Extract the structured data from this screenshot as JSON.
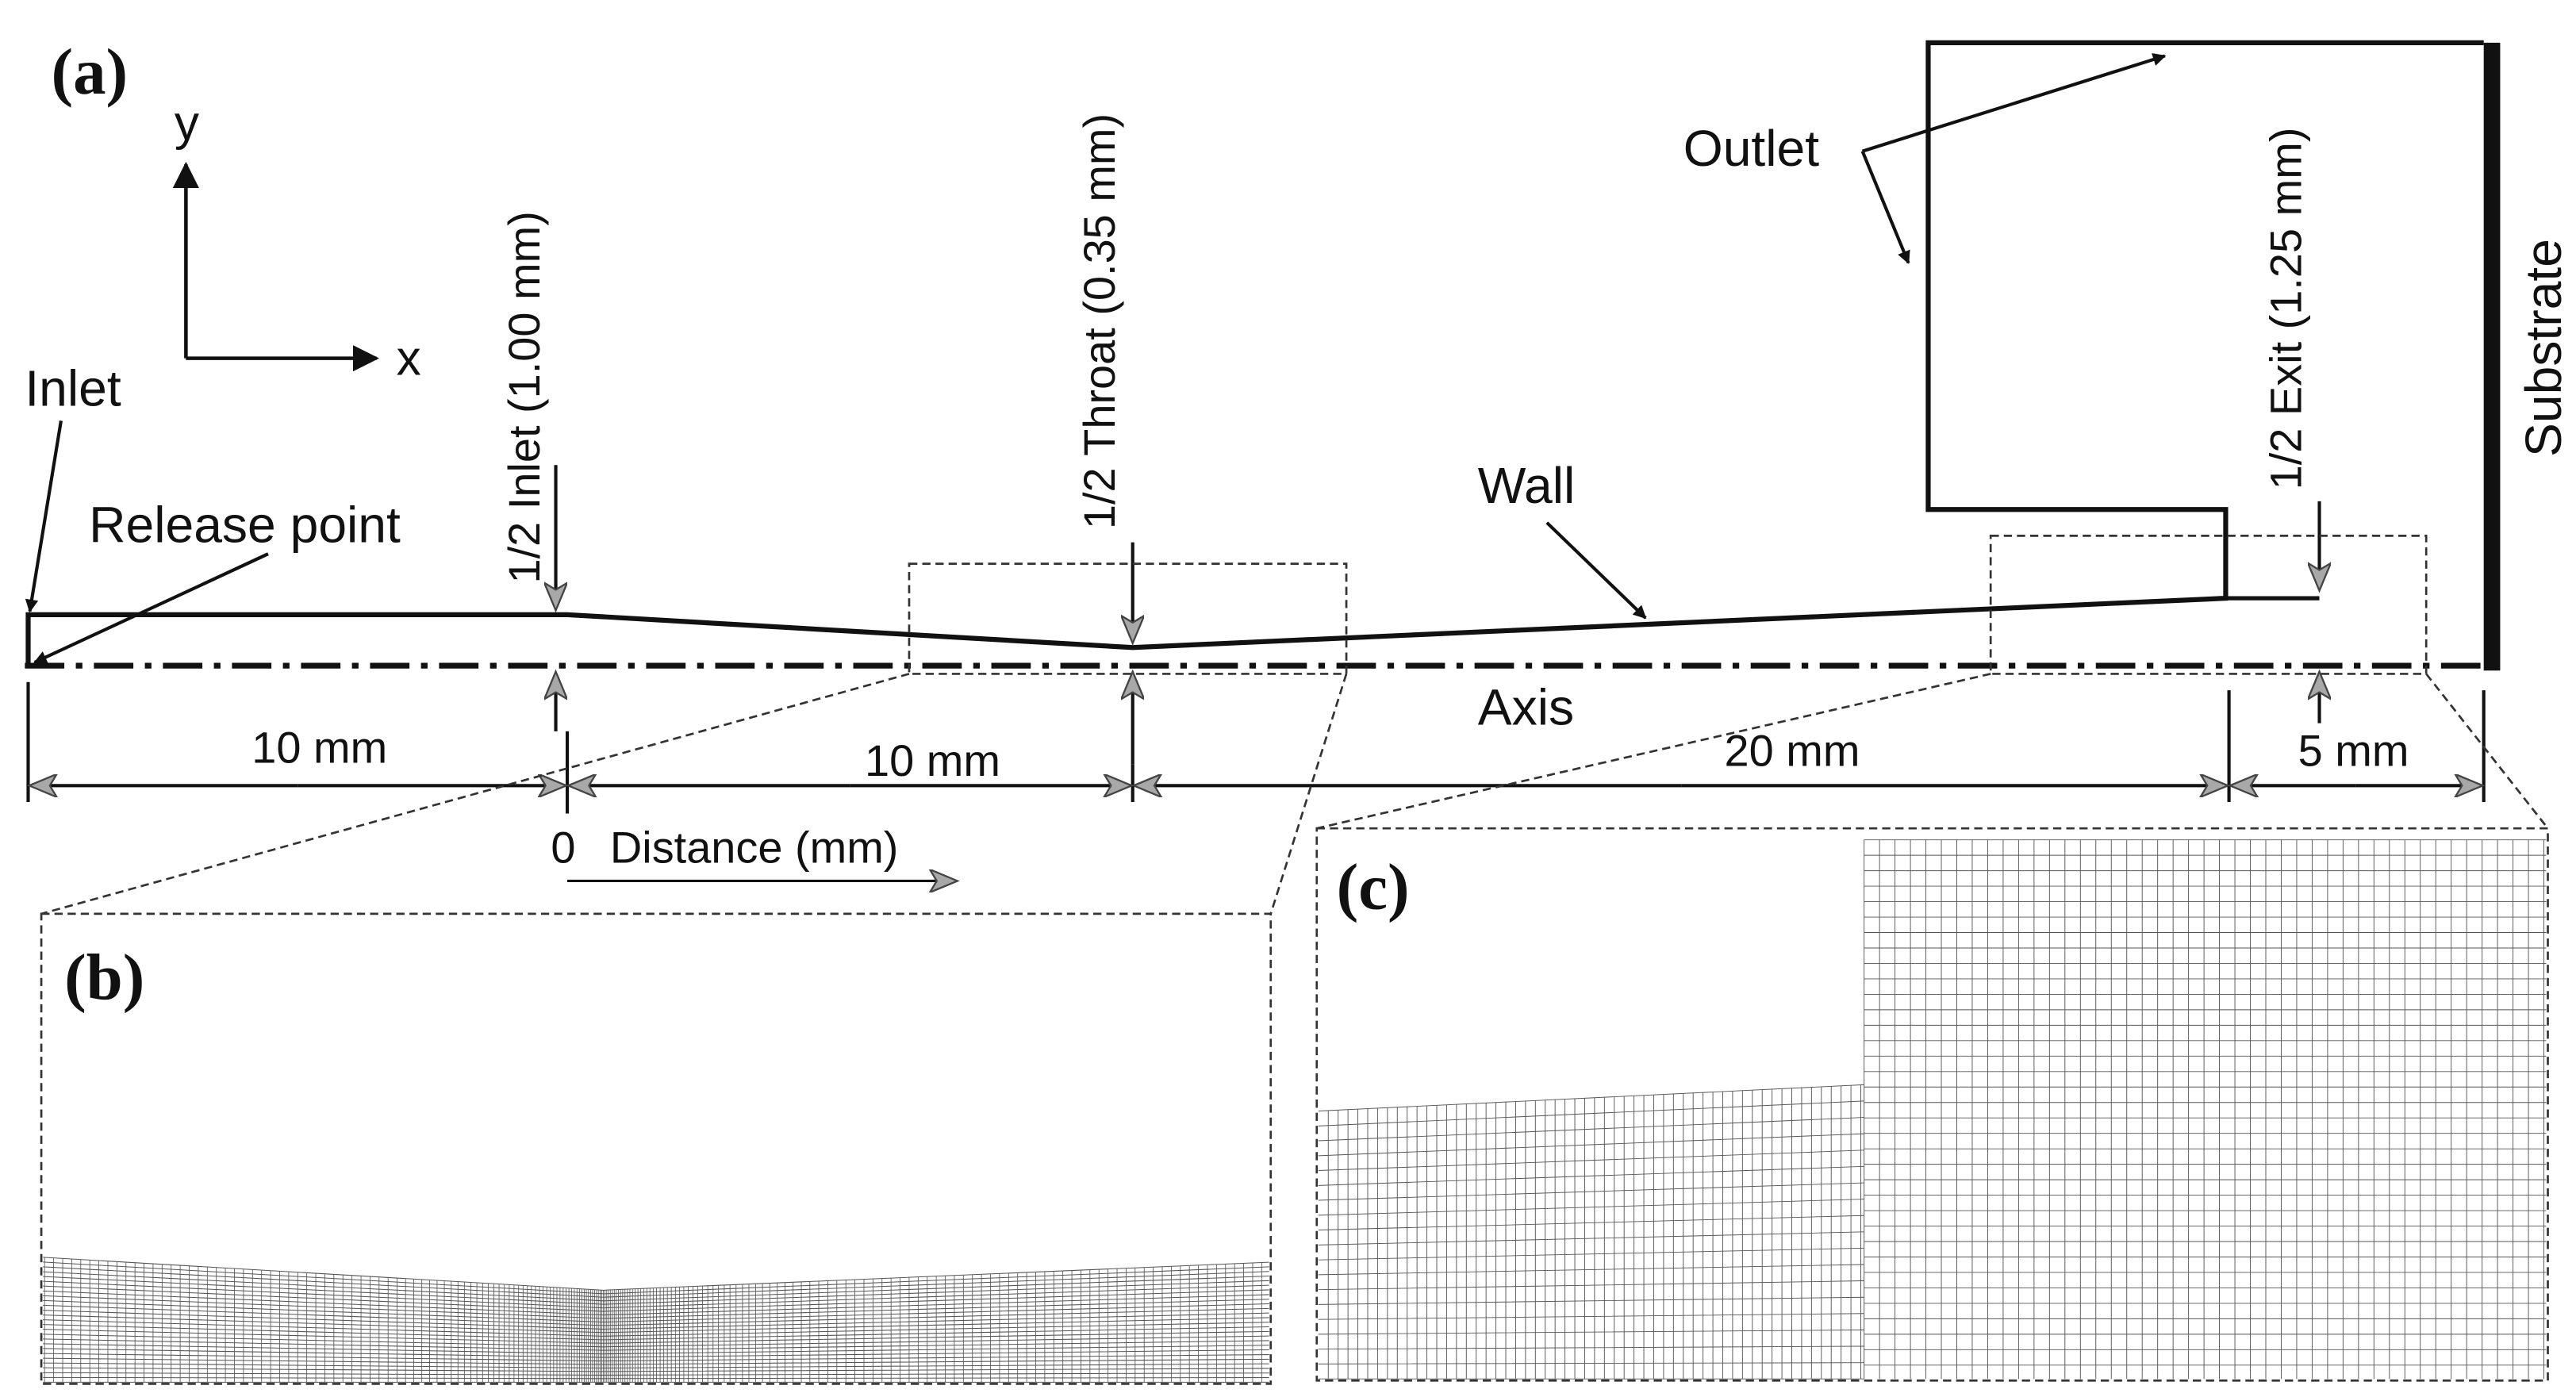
{
  "panels": {
    "a": "(a)",
    "b": "(b)",
    "c": "(c)"
  },
  "axes_icon": {
    "x": "x",
    "y": "y"
  },
  "labels": {
    "inlet": "Inlet",
    "release_point": "Release point",
    "half_inlet": "1/2 Inlet (1.00 mm)",
    "half_throat": "1/2 Throat (0.35 mm)",
    "half_exit": "1/2 Exit (1.25 mm)",
    "wall": "Wall",
    "outlet": "Outlet",
    "substrate": "Substrate",
    "axis": "Axis",
    "distance": "Distance (mm)",
    "zero": "0"
  },
  "dimensions": {
    "d1": "10 mm",
    "d2": "10 mm",
    "d3": "20 mm",
    "d4": "5 mm"
  },
  "colors": {
    "line": "#111111",
    "arrow_gray": "#a8a8a8",
    "mesh": "#555555"
  }
}
